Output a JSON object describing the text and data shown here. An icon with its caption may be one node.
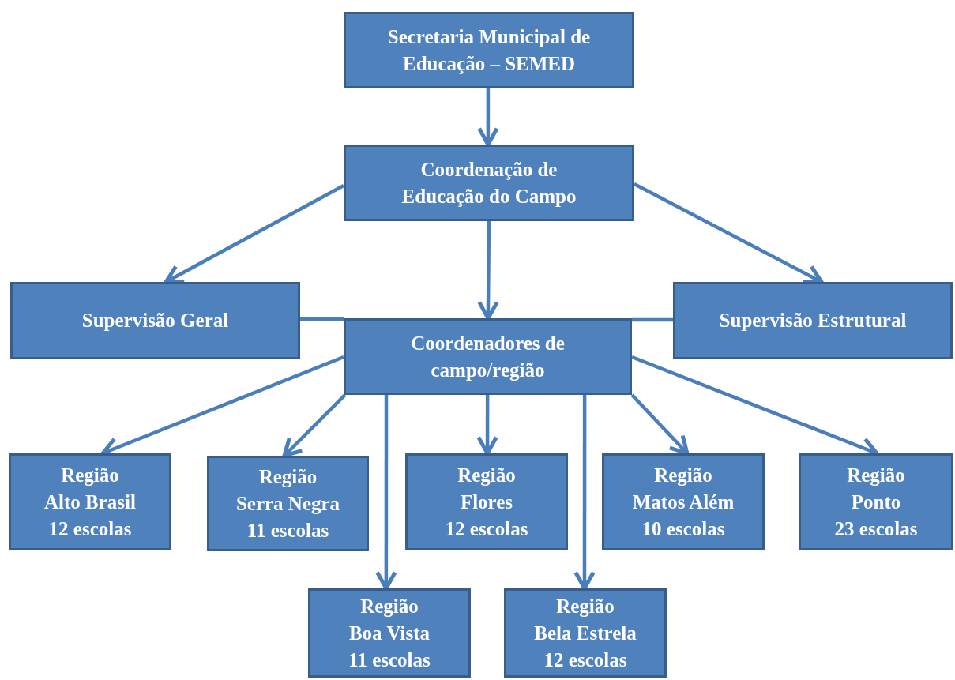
{
  "diagram": {
    "nodes": [
      {
        "text": [
          "Secretaria Municipal de Educação – SEMED"
        ]
      },
      {
        "text": [
          "Coordenação de Educação do Campo"
        ]
      },
      {
        "text": [
          "Supervisão Geral"
        ]
      },
      {
        "text": [
          "Supervisão Estrutural"
        ]
      },
      {
        "text": [
          "Coordenadores de campo/região"
        ]
      },
      {
        "text": [
          "Região",
          "Alto Brasil",
          "12 escolas"
        ]
      },
      {
        "text": [
          "Região",
          "Serra Negra",
          "11 escolas"
        ]
      },
      {
        "text": [
          "Região",
          "Flores",
          "12 escolas"
        ]
      },
      {
        "text": [
          "Região",
          "Matos Além",
          "10 escolas"
        ]
      },
      {
        "text": [
          "Região",
          "Ponto",
          "23 escolas"
        ]
      },
      {
        "text": [
          "Região",
          "Boa Vista",
          "11 escolas"
        ]
      },
      {
        "text": [
          "Região",
          "Bela Estrela",
          "12 escolas"
        ]
      }
    ],
    "edges": [
      {
        "from": 0,
        "to": 1,
        "arrow": "to"
      },
      {
        "from": 1,
        "to": 2,
        "arrow": "to"
      },
      {
        "from": 1,
        "to": 3,
        "arrow": "to"
      },
      {
        "from": 1,
        "to": 4,
        "arrow": "to"
      },
      {
        "from": 2,
        "to": 4,
        "arrow": "none"
      },
      {
        "from": 3,
        "to": 4,
        "arrow": "none"
      },
      {
        "from": 4,
        "to": 5,
        "arrow": "to"
      },
      {
        "from": 4,
        "to": 6,
        "arrow": "to"
      },
      {
        "from": 4,
        "to": 10,
        "arrow": "to"
      },
      {
        "from": 4,
        "to": 7,
        "arrow": "to"
      },
      {
        "from": 4,
        "to": 11,
        "arrow": "to"
      },
      {
        "from": 4,
        "to": 8,
        "arrow": "to"
      },
      {
        "from": 4,
        "to": 9,
        "arrow": "to"
      }
    ]
  }
}
